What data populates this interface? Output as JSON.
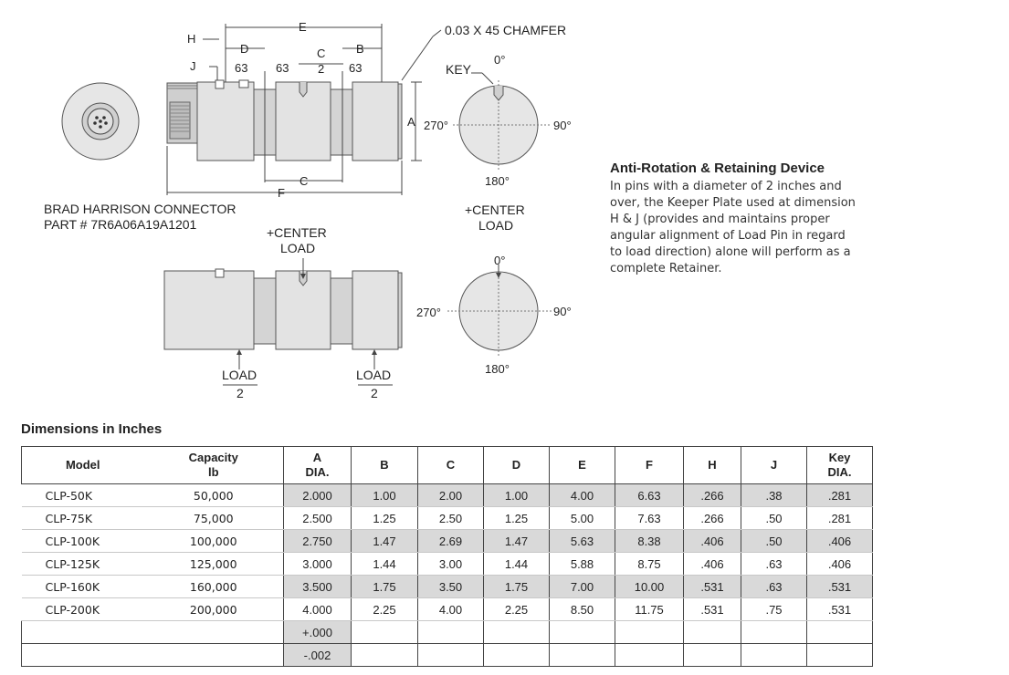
{
  "drawing": {
    "dims": {
      "h": "H",
      "j": "J",
      "d": "D",
      "e": "E",
      "c": "C",
      "b": "B",
      "f": "F",
      "a": "A",
      "c_half": "2",
      "v63a": "63",
      "v63b": "63",
      "v63c": "63"
    },
    "chamfer": "0.03 X 45 CHAMFER",
    "key": "KEY",
    "connector_line1": "BRAD HARRISON CONNECTOR",
    "connector_line2": "PART # 7R6A06A19A1201",
    "center_load_1": "+CENTER",
    "center_load_2": "LOAD",
    "load": "LOAD",
    "half": "2",
    "deg0": "0°",
    "deg90": "90°",
    "deg180": "180°",
    "deg270": "270°"
  },
  "note": {
    "title": "Anti-Rotation & Retaining Device",
    "body": "In pins with a diameter of 2 inches and over, the Keeper Plate used at dimension H & J (provides and maintains proper angular alignment of Load Pin in regard to load direction) alone will perform as a complete Retainer."
  },
  "table": {
    "title": "Dimensions in Inches",
    "headers": [
      {
        "l1": "Model",
        "l2": ""
      },
      {
        "l1": "Capacity",
        "l2": "lb"
      },
      {
        "l1": "A",
        "l2": "DIA."
      },
      {
        "l1": "B",
        "l2": ""
      },
      {
        "l1": "C",
        "l2": ""
      },
      {
        "l1": "D",
        "l2": ""
      },
      {
        "l1": "E",
        "l2": ""
      },
      {
        "l1": "F",
        "l2": ""
      },
      {
        "l1": "H",
        "l2": ""
      },
      {
        "l1": "J",
        "l2": ""
      },
      {
        "l1": "Key",
        "l2": "DIA."
      }
    ],
    "rows": [
      [
        "CLP-50K",
        "50,000",
        "2.000",
        "1.00",
        "2.00",
        "1.00",
        "4.00",
        "6.63",
        ".266",
        ".38",
        ".281"
      ],
      [
        "CLP-75K",
        "75,000",
        "2.500",
        "1.25",
        "2.50",
        "1.25",
        "5.00",
        "7.63",
        ".266",
        ".50",
        ".281"
      ],
      [
        "CLP-100K",
        "100,000",
        "2.750",
        "1.47",
        "2.69",
        "1.47",
        "5.63",
        "8.38",
        ".406",
        ".50",
        ".406"
      ],
      [
        "CLP-125K",
        "125,000",
        "3.000",
        "1.44",
        "3.00",
        "1.44",
        "5.88",
        "8.75",
        ".406",
        ".63",
        ".406"
      ],
      [
        "CLP-160K",
        "160,000",
        "3.500",
        "1.75",
        "3.50",
        "1.75",
        "7.00",
        "10.00",
        ".531",
        ".63",
        ".531"
      ],
      [
        "CLP-200K",
        "200,000",
        "4.000",
        "2.25",
        "4.00",
        "2.25",
        "8.50",
        "11.75",
        ".531",
        ".75",
        ".531"
      ]
    ],
    "tolerance_plus": "+.000",
    "tolerance_minus": "-.002"
  }
}
